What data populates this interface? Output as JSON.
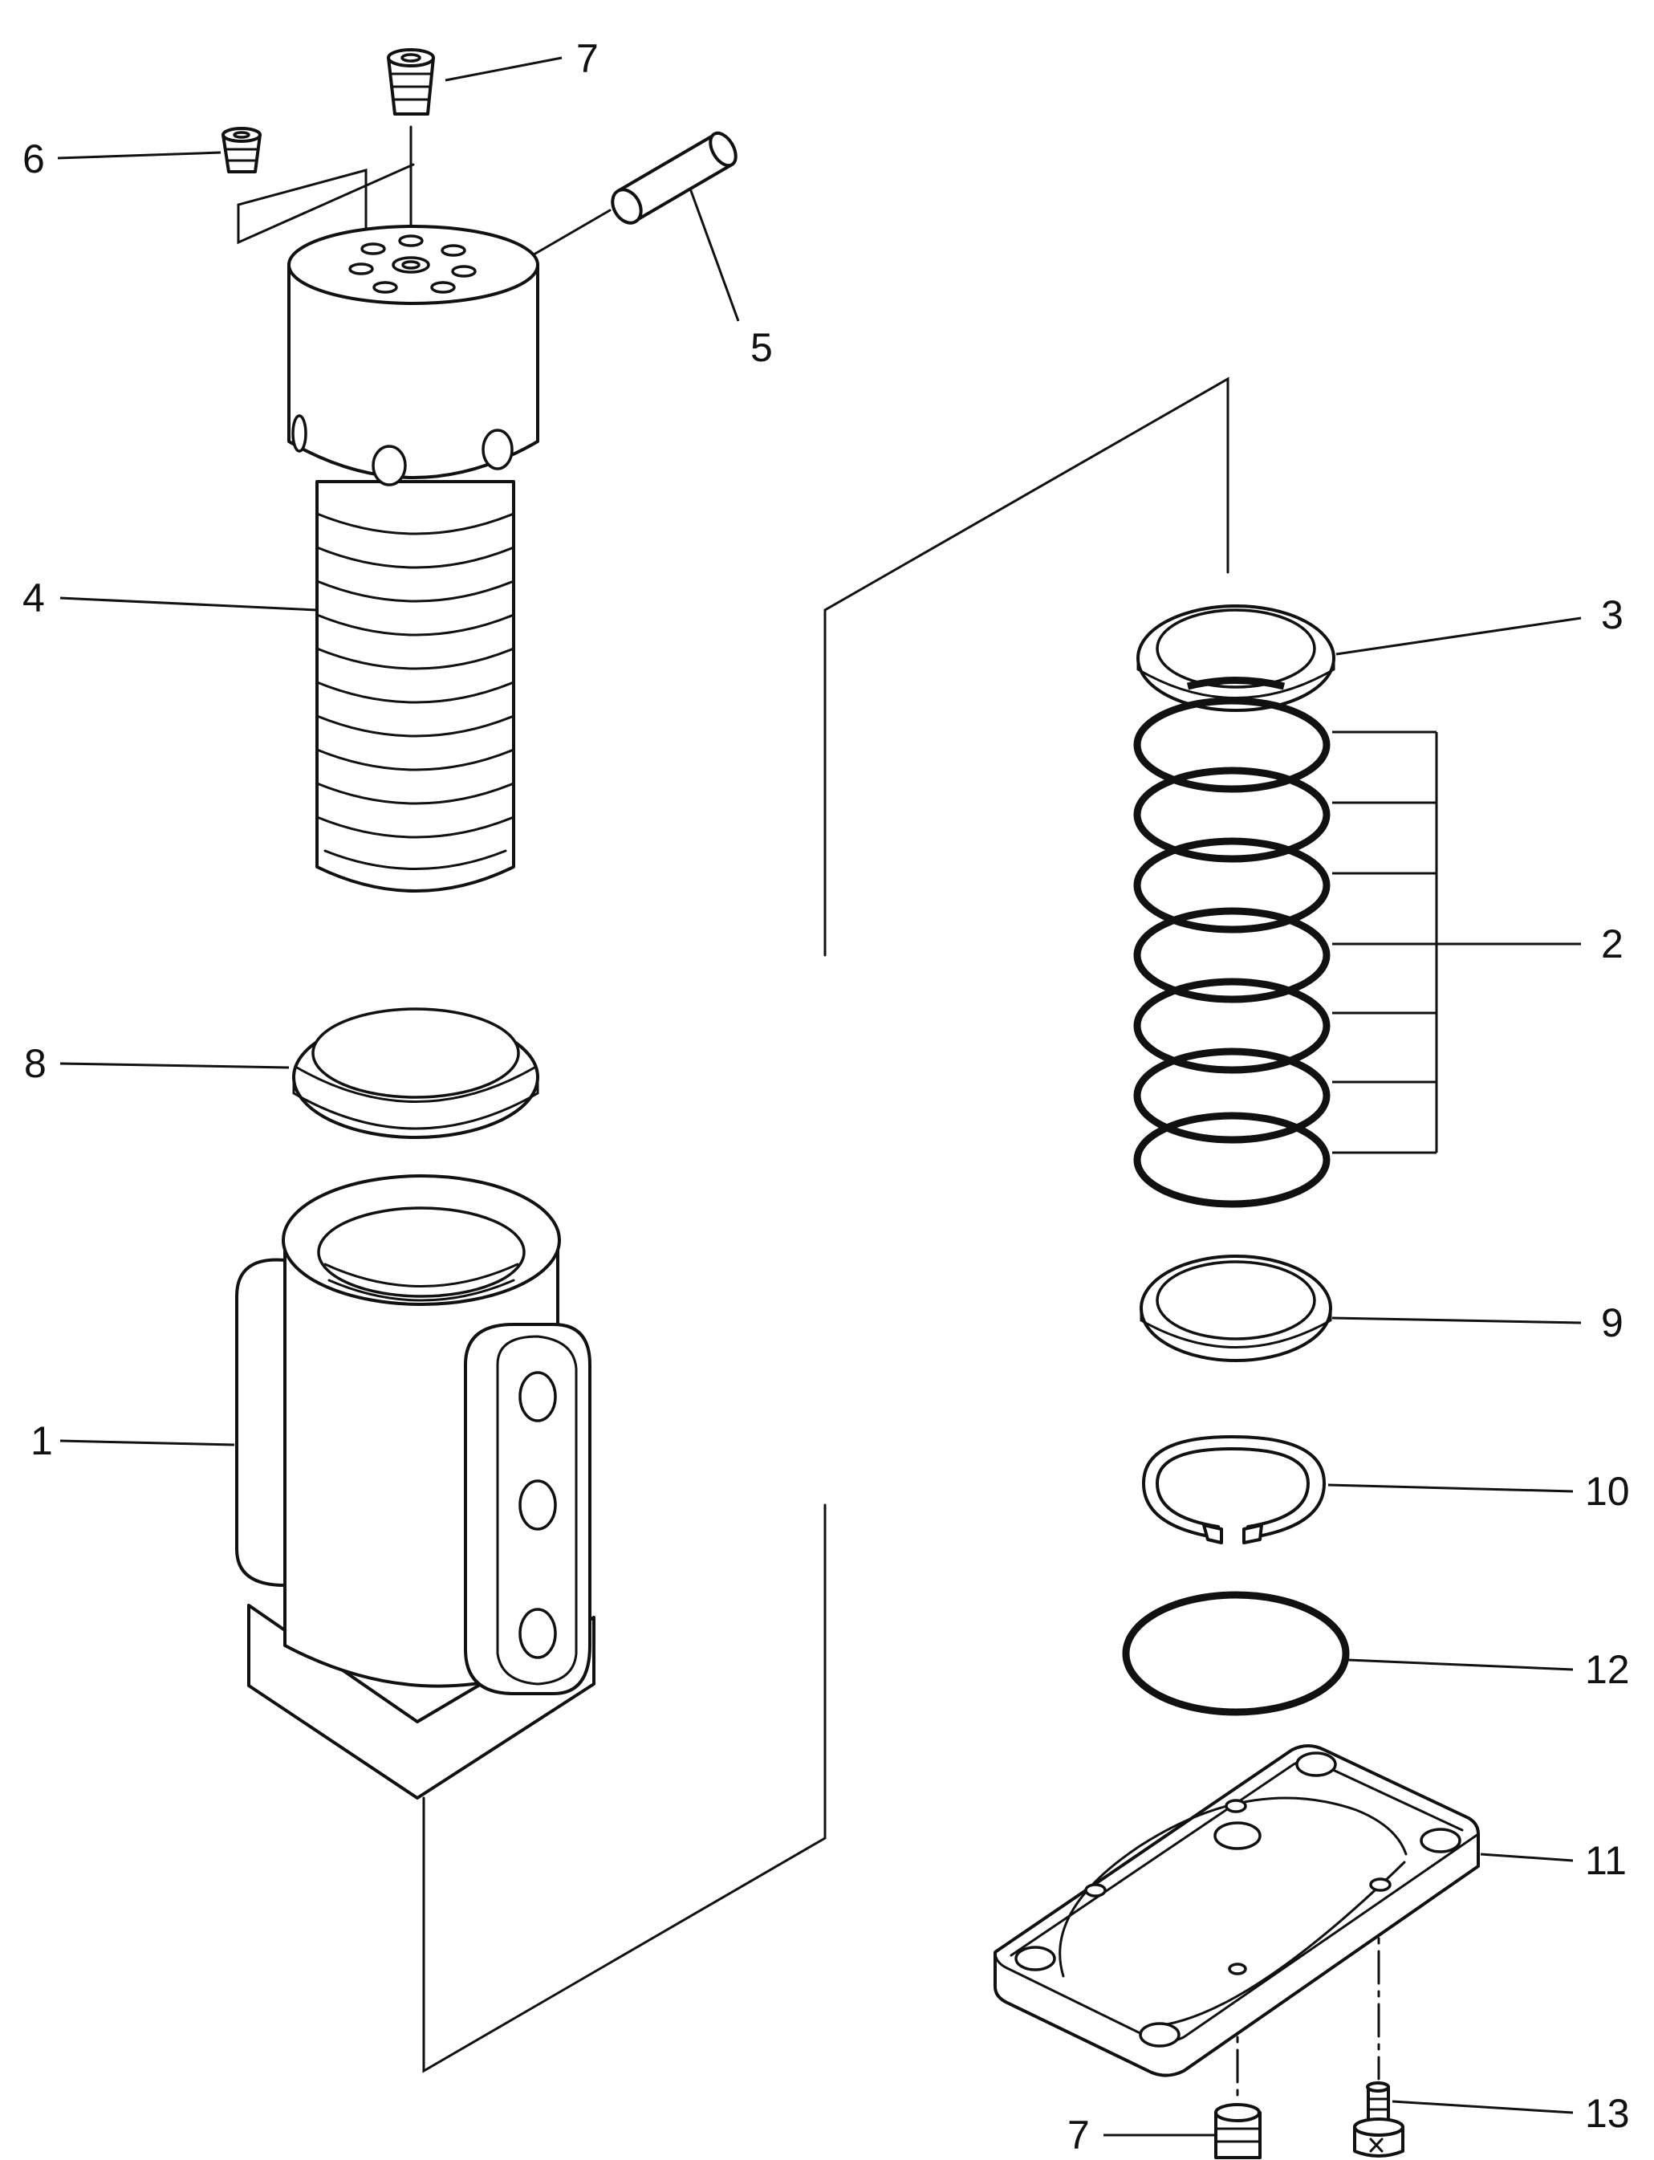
{
  "callouts": {
    "p1": "1",
    "p2": "2",
    "p3": "3",
    "p4": "4",
    "p5": "5",
    "p6": "6",
    "p7_top": "7",
    "p7_bottom": "7",
    "p8": "8",
    "p9": "9",
    "p10": "10",
    "p11": "11",
    "p12": "12",
    "p13": "13"
  },
  "colors": {
    "line": "#111111",
    "background": "#ffffff"
  }
}
